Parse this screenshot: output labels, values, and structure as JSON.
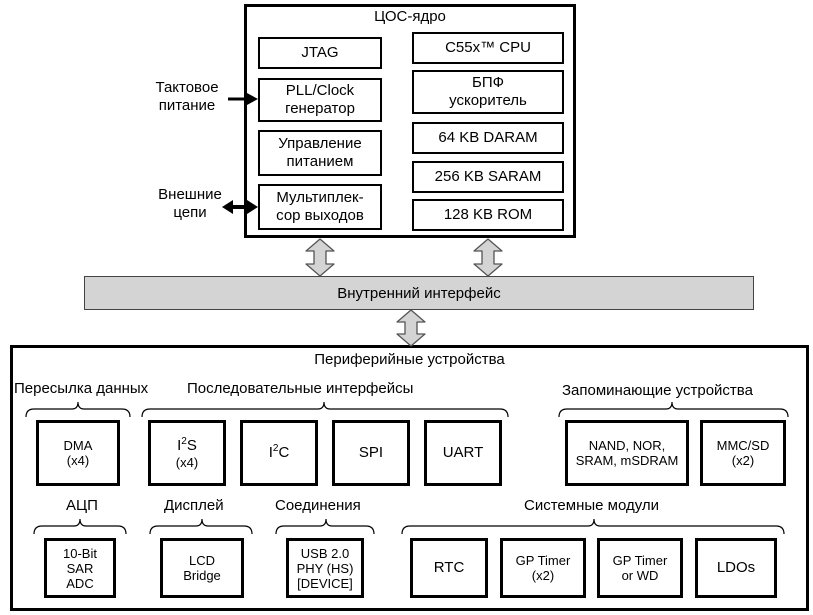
{
  "dsp_core": {
    "title": "ЦОС-ядро",
    "jtag": "JTAG",
    "pll": [
      "PLL/Clock",
      "генератор"
    ],
    "power": [
      "Управление",
      "питанием"
    ],
    "mux": [
      "Мультиплек-",
      "сор выходов"
    ],
    "cpu": "C55x™ CPU",
    "fft": [
      "БПФ",
      "ускоритель"
    ],
    "daram": "64 KB DARAM",
    "saram": "256 KB SARAM",
    "rom": "128 KB ROM"
  },
  "external": {
    "clock_input": [
      "Тактовое",
      "питание"
    ],
    "external_circuits": [
      "Внешние",
      "цепи"
    ]
  },
  "internal_interface": "Внутренний интерфейс",
  "peripherals": {
    "title": "Периферийные устройства",
    "groups": {
      "data_transfer": "Пересылка данных",
      "serial": "Последовательные интерфейсы",
      "storage": "Запоминающие устройства",
      "adc": "АЦП",
      "display": "Дисплей",
      "connections": "Соединения",
      "system": "Системные модули"
    },
    "dma": [
      "DMA",
      "(x4)"
    ],
    "i2s": {
      "pre": "I",
      "sup": "2",
      "post": "S",
      "count": "(x4)"
    },
    "i2c": {
      "pre": "I",
      "sup": "2",
      "post": "C"
    },
    "spi": "SPI",
    "uart": "UART",
    "nand": [
      "NAND, NOR,",
      "SRAM, mSDRAM"
    ],
    "mmc": [
      "MMC/SD",
      "(x2)"
    ],
    "adc_box": [
      "10-Bit",
      "SAR",
      "ADC"
    ],
    "lcd": [
      "LCD",
      "Bridge"
    ],
    "usb": [
      "USB 2.0",
      "PHY (HS)",
      "[DEVICE]"
    ],
    "rtc": "RTC",
    "gp_timer": [
      "GP Timer",
      "(x2)"
    ],
    "gp_timer_wd": [
      "GP Timer",
      "or WD"
    ],
    "ldos": "LDOs"
  }
}
